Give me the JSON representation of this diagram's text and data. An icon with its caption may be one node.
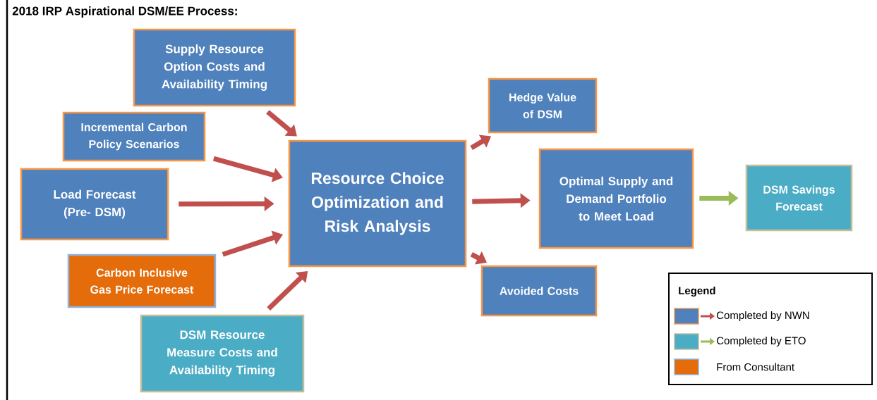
{
  "diagram": {
    "title": "2018 IRP Aspirational DSM/EE Process:",
    "nodes": [
      {
        "text": [
          "Supply Resource Option Costs and Availability Timing"
        ]
      },
      {
        "text": [
          "Incremental Carbon Policy Scenarios"
        ]
      },
      {
        "text": [
          "Load Forecast (Pre- DSM)"
        ]
      },
      {
        "text": [
          "Carbon Inclusive Gas Price Forecast"
        ]
      },
      {
        "text": [
          "DSM Resource Measure Costs and Availability Timing"
        ]
      },
      {
        "text": [
          "Resource Choice Optimization and Risk Analysis"
        ]
      },
      {
        "text": [
          "Hedge Value of DSM"
        ]
      },
      {
        "text": [
          "Optimal Supply and Demand Portfolio to Meet Load"
        ]
      },
      {
        "text": [
          "Avoided Costs"
        ]
      },
      {
        "text": [
          "DSM Savings Forecast"
        ]
      }
    ],
    "edges": [
      {
        "from": 0,
        "to": 5,
        "arrow": "to"
      },
      {
        "from": 1,
        "to": 5,
        "arrow": "to"
      },
      {
        "from": 2,
        "to": 5,
        "arrow": "to"
      },
      {
        "from": 3,
        "to": 5,
        "arrow": "to"
      },
      {
        "from": 4,
        "to": 5,
        "arrow": "to"
      },
      {
        "from": 5,
        "to": 6,
        "arrow": "to"
      },
      {
        "from": 5,
        "to": 7,
        "arrow": "to"
      },
      {
        "from": 5,
        "to": 8,
        "arrow": "to"
      },
      {
        "from": 7,
        "to": 9,
        "arrow": "to",
        "color": "#9bbb59"
      }
    ],
    "labels": [
      "Legend"
    ],
    "legend": [
      {
        "text": "Completed by NWN",
        "color": "#4f81bd"
      },
      {
        "text": "Completed by ETO",
        "color": "#4bacc6"
      },
      {
        "text": "From Consultant",
        "color": "#e46c0a"
      }
    ]
  }
}
